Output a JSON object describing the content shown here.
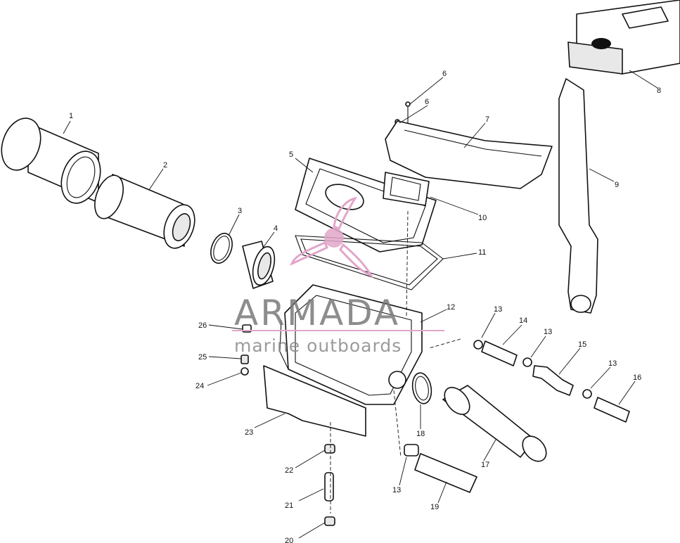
{
  "callouts": [
    "1",
    "2",
    "3",
    "4",
    "5",
    "6",
    "6",
    "7",
    "8",
    "9",
    "10",
    "11",
    "12",
    "13",
    "14",
    "13",
    "15",
    "13",
    "16",
    "17",
    "18",
    "13",
    "19",
    "20",
    "21",
    "22",
    "23",
    "24",
    "25",
    "26"
  ],
  "watermark": {
    "brand": "ARMADA",
    "tagline": "marine outboards",
    "accent": "#e2a6c9"
  },
  "colors": {
    "line": "#111111",
    "fill": "#ffffff",
    "dark": "#1a1a1a"
  }
}
